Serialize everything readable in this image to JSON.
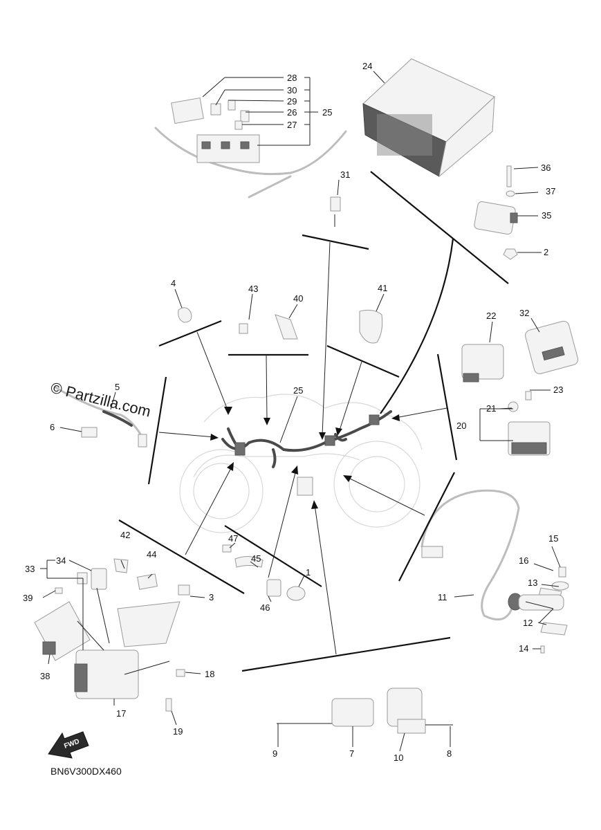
{
  "watermark": "© Partzilla.com",
  "diagram_code": "BN6V300DX460",
  "fwd_label": "FWD",
  "callouts": {
    "c1": "1",
    "c2": "2",
    "c3": "3",
    "c4": "4",
    "c5": "5",
    "c6": "6",
    "c7": "7",
    "c8": "8",
    "c9": "9",
    "c10": "10",
    "c11": "11",
    "c12": "12",
    "c13": "13",
    "c14": "14",
    "c15": "15",
    "c16": "16",
    "c17": "17",
    "c18": "18",
    "c19": "19",
    "c20": "20",
    "c21": "21",
    "c22": "22",
    "c23": "23",
    "c24": "24",
    "c25a": "25",
    "c25b": "25",
    "c26": "26",
    "c27": "27",
    "c28": "28",
    "c29": "29",
    "c30": "30",
    "c31": "31",
    "c32": "32",
    "c33": "33",
    "c34": "34",
    "c35": "35",
    "c36": "36",
    "c37": "37",
    "c38": "38",
    "c39": "39",
    "c40": "40",
    "c41": "41",
    "c42": "42",
    "c43": "43",
    "c44": "44",
    "c45": "45",
    "c46": "46",
    "c47": "47"
  }
}
